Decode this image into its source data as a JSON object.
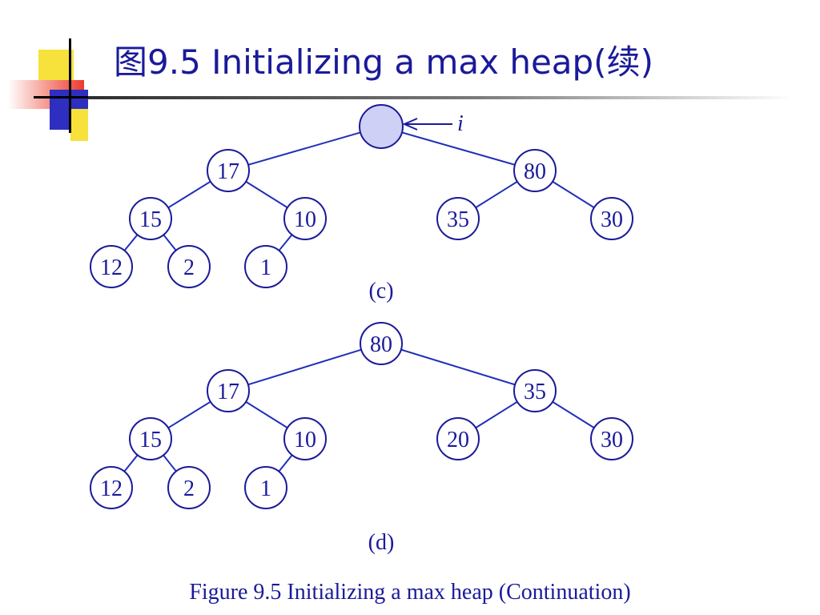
{
  "slide": {
    "title": "图9.5 Initializing a max heap(续)",
    "caption": "Figure 9.5 Initializing a max heap (Continuation)"
  },
  "colors": {
    "ink": "#1a1a9a",
    "edge": "#1f2fb8",
    "highlight": "#cfd0f5"
  },
  "diagrams": [
    {
      "label": "(c)",
      "pointer": {
        "target": "root",
        "label": "i"
      },
      "nodes": [
        {
          "id": "root",
          "value": "",
          "highlighted": true
        },
        {
          "id": "L",
          "value": "17"
        },
        {
          "id": "R",
          "value": "80"
        },
        {
          "id": "LL",
          "value": "15"
        },
        {
          "id": "LR",
          "value": "10"
        },
        {
          "id": "RL",
          "value": "35"
        },
        {
          "id": "RR",
          "value": "30"
        },
        {
          "id": "LLL",
          "value": "12"
        },
        {
          "id": "LLR",
          "value": "2"
        },
        {
          "id": "LRL",
          "value": "1"
        }
      ],
      "edges": [
        [
          "root",
          "L"
        ],
        [
          "root",
          "R"
        ],
        [
          "L",
          "LL"
        ],
        [
          "L",
          "LR"
        ],
        [
          "R",
          "RL"
        ],
        [
          "R",
          "RR"
        ],
        [
          "LL",
          "LLL"
        ],
        [
          "LL",
          "LLR"
        ],
        [
          "LR",
          "LRL"
        ]
      ]
    },
    {
      "label": "(d)",
      "nodes": [
        {
          "id": "root",
          "value": "80"
        },
        {
          "id": "L",
          "value": "17"
        },
        {
          "id": "R",
          "value": "35"
        },
        {
          "id": "LL",
          "value": "15"
        },
        {
          "id": "LR",
          "value": "10"
        },
        {
          "id": "RL",
          "value": "20"
        },
        {
          "id": "RR",
          "value": "30"
        },
        {
          "id": "LLL",
          "value": "12"
        },
        {
          "id": "LLR",
          "value": "2"
        },
        {
          "id": "LRL",
          "value": "1"
        }
      ],
      "edges": [
        [
          "root",
          "L"
        ],
        [
          "root",
          "R"
        ],
        [
          "L",
          "LL"
        ],
        [
          "L",
          "LR"
        ],
        [
          "R",
          "RL"
        ],
        [
          "R",
          "RR"
        ],
        [
          "LL",
          "LLL"
        ],
        [
          "LL",
          "LLR"
        ],
        [
          "LR",
          "LRL"
        ]
      ]
    }
  ]
}
